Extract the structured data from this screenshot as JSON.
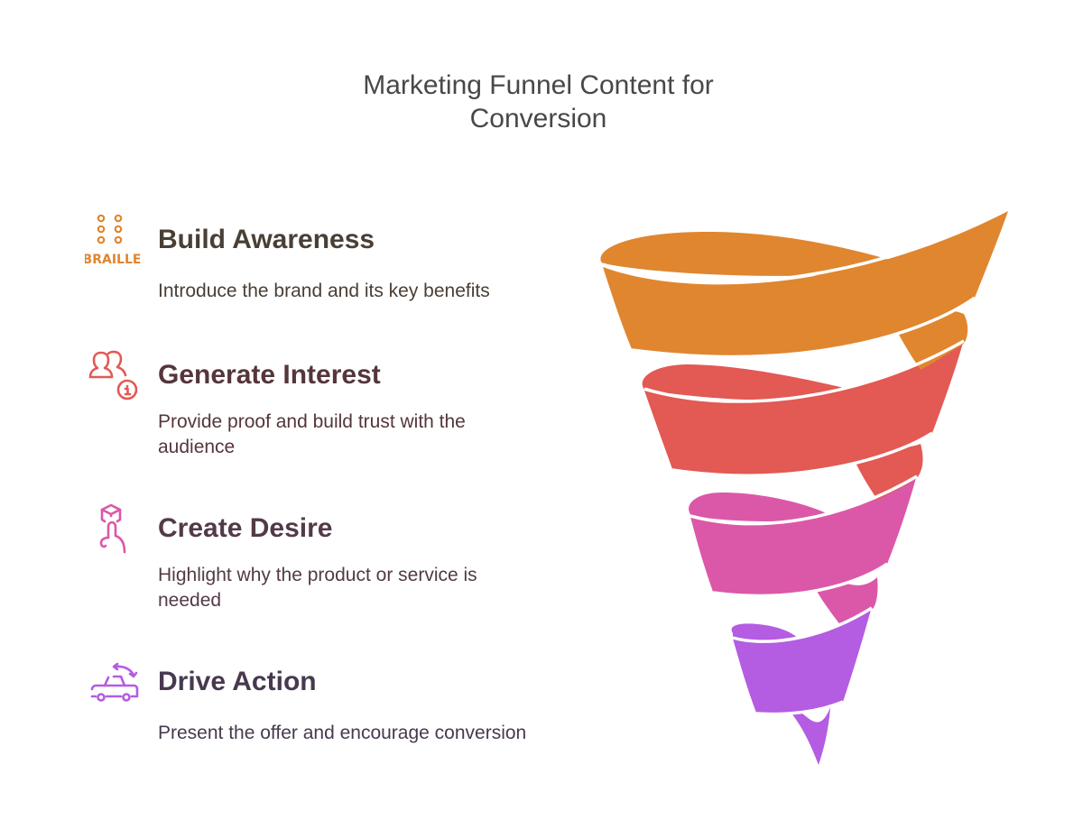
{
  "title": {
    "line1": "Marketing Funnel Content for",
    "line2": "Conversion"
  },
  "stages": [
    {
      "title": "Build Awareness",
      "description": "Introduce the brand and its key benefits",
      "icon": "braille-icon",
      "icon_label": "BRAILLE",
      "color": "#E0862F",
      "text_color": "#4A3F35"
    },
    {
      "title": "Generate Interest",
      "description_line1": "Provide proof and build trust with the",
      "description_line2": "audience",
      "icon": "users-info-icon",
      "color": "#E35953",
      "text_color": "#55363A"
    },
    {
      "title": "Create Desire",
      "description_line1": "Highlight why the product or service is",
      "description_line2": "needed",
      "icon": "hand-box-icon",
      "color": "#DB58A8",
      "text_color": "#533A48"
    },
    {
      "title": "Drive Action",
      "description": "Present the offer and encourage conversion",
      "icon": "car-exchange-icon",
      "color": "#B45CE2",
      "text_color": "#47394F"
    }
  ]
}
